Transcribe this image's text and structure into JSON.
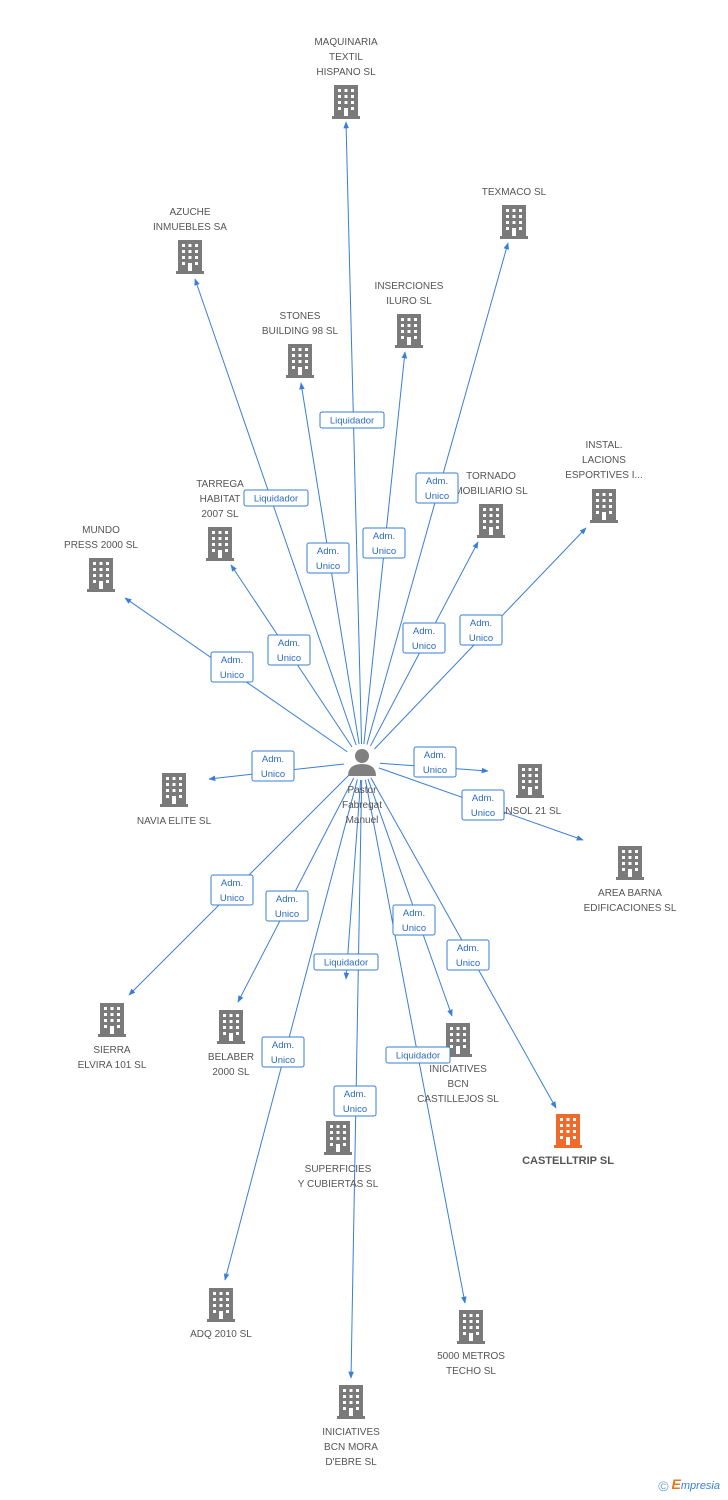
{
  "colors": {
    "edge": "#3a7fd5",
    "building": "#7a7a7a",
    "building_highlight": "#f06a2c",
    "person": "#808080"
  },
  "person": {
    "icon": "person-icon",
    "lines": [
      "Pastor",
      "Fabregat",
      "Manuel"
    ]
  },
  "nodes": [
    {
      "id": "maquinaria",
      "lines": [
        "MAQUINARIA",
        "TEXTIL",
        "HISPANO SL"
      ]
    },
    {
      "id": "texmaco",
      "lines": [
        "TEXMACO SL"
      ]
    },
    {
      "id": "azuche",
      "lines": [
        "AZUCHE",
        "INMUEBLES SA"
      ]
    },
    {
      "id": "inserciones",
      "lines": [
        "INSERCIONES",
        "ILURO  SL"
      ]
    },
    {
      "id": "stones",
      "lines": [
        "STONES",
        "BUILDING 98 SL"
      ]
    },
    {
      "id": "instal",
      "lines": [
        "INSTAL.",
        "LACIONS",
        "ESPORTIVES I..."
      ]
    },
    {
      "id": "tornado",
      "lines": [
        "TORNADO",
        "MOBILIARIO SL"
      ]
    },
    {
      "id": "tarrega",
      "lines": [
        "TARREGA",
        "HABITAT",
        "2007 SL"
      ]
    },
    {
      "id": "mundo",
      "lines": [
        "MUNDO",
        "PRESS 2000 SL"
      ]
    },
    {
      "id": "navia",
      "lines": [
        "NAVIA ELITE SL"
      ]
    },
    {
      "id": "ansol",
      "lines": [
        "ANSOL 21 SL"
      ]
    },
    {
      "id": "areabarna",
      "lines": [
        "AREA BARNA",
        "EDIFICACIONES SL"
      ]
    },
    {
      "id": "sierra",
      "lines": [
        "SIERRA",
        "ELVIRA 101 SL"
      ]
    },
    {
      "id": "belaber",
      "lines": [
        "BELABER",
        "2000 SL"
      ]
    },
    {
      "id": "iniciativesbcn",
      "lines": [
        "INICIATIVES",
        "BCN",
        "CASTILLEJOS SL"
      ]
    },
    {
      "id": "castelltrip",
      "lines": [
        "CASTELLTRIP SL"
      ],
      "highlight": true
    },
    {
      "id": "superficies",
      "lines": [
        "SUPERFICIES",
        "Y CUBIERTAS SL"
      ]
    },
    {
      "id": "adq",
      "lines": [
        "ADQ 2010 SL"
      ]
    },
    {
      "id": "5000metros",
      "lines": [
        "5000 METROS",
        "TECHO SL"
      ]
    },
    {
      "id": "iniciativesmora",
      "lines": [
        "INICIATIVES",
        "BCN MORA",
        "D'EBRE SL"
      ]
    }
  ],
  "edges": [
    {
      "to": "maquinaria",
      "label": [
        "Liquidador"
      ]
    },
    {
      "to": "texmaco",
      "label": [
        "Adm.",
        "Unico"
      ]
    },
    {
      "to": "azuche",
      "label": [
        "Liquidador"
      ]
    },
    {
      "to": "inserciones",
      "label": [
        "Adm.",
        "Unico"
      ]
    },
    {
      "to": "stones",
      "label": [
        "Adm.",
        "Unico"
      ]
    },
    {
      "to": "instal",
      "label": [
        "Adm.",
        "Unico"
      ]
    },
    {
      "to": "tornado",
      "label": [
        "Adm.",
        "Unico"
      ]
    },
    {
      "to": "tarrega",
      "label": [
        "Adm.",
        "Unico"
      ]
    },
    {
      "to": "mundo",
      "label": [
        "Adm.",
        "Unico"
      ]
    },
    {
      "to": "navia",
      "label": [
        "Adm.",
        "Unico"
      ]
    },
    {
      "to": "ansol",
      "label": [
        "Adm.",
        "Unico"
      ]
    },
    {
      "to": "areabarna",
      "label": [
        "Adm.",
        "Unico"
      ]
    },
    {
      "to": "sierra",
      "label": [
        "Adm.",
        "Unico"
      ]
    },
    {
      "to": "belaber",
      "label": [
        "Adm.",
        "Unico"
      ]
    },
    {
      "to": "iniciativesbcn",
      "label": [
        "Adm.",
        "Unico"
      ]
    },
    {
      "to": "castelltrip",
      "label": [
        "Adm.",
        "Unico"
      ]
    },
    {
      "to": "superficies",
      "label": [
        "Liquidador"
      ]
    },
    {
      "to": "adq",
      "label": [
        "Adm.",
        "Unico"
      ]
    },
    {
      "to": "5000metros",
      "label": [
        "Liquidador"
      ]
    },
    {
      "to": "iniciativesmora",
      "label": [
        "Adm.",
        "Unico"
      ]
    }
  ],
  "footer": {
    "copyright": "©",
    "brand_initial": "E",
    "brand_rest": "mpresia"
  }
}
